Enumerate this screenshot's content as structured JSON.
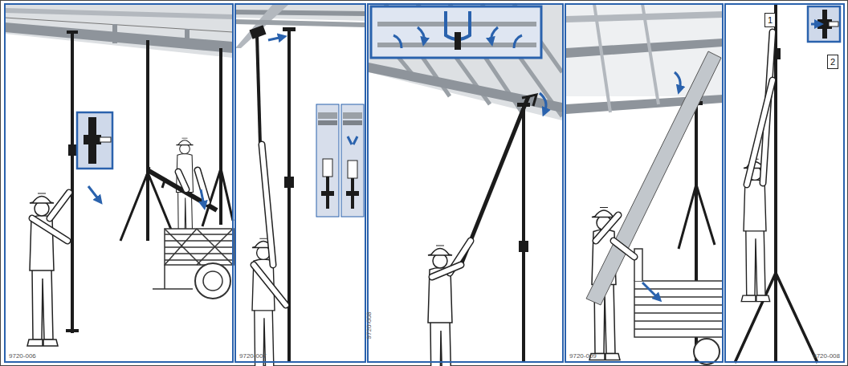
{
  "diagram": {
    "nodes": [
      {
        "text": [
          "9720-006"
        ]
      },
      {
        "text": [
          "9720-007"
        ]
      },
      {
        "text": [
          "9720-008"
        ]
      },
      {
        "text": [
          "9720-009"
        ]
      },
      {
        "text": [
          "9720-008"
        ]
      },
      {
        "text": [
          "1"
        ],
        "in": 4
      },
      {
        "text": [
          "2"
        ],
        "in": 4
      }
    ]
  }
}
